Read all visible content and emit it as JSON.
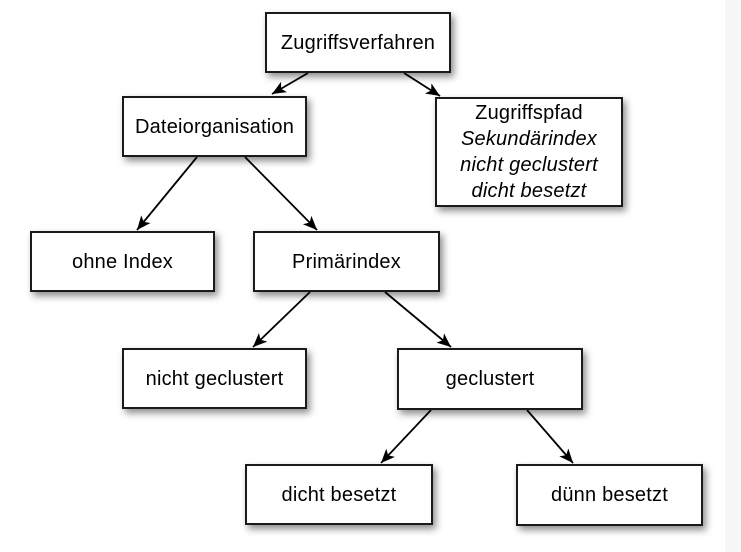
{
  "colors": {
    "background": "#ffffff",
    "box_fill": "#ffffff",
    "box_border": "#1a1a1a",
    "text": "#000000",
    "arrow": "#000000",
    "right_strip": "#f7f7f7"
  },
  "nodes": [
    {
      "id": "zugriffsverfahren",
      "label": "Zugriffsverfahren"
    },
    {
      "id": "dateiorganisation",
      "label": "Dateiorganisation"
    },
    {
      "id": "zugriffspfad",
      "lines": [
        "Zugriffspfad",
        "Sekundärindex",
        "nicht geclustert",
        "dicht besetzt"
      ]
    },
    {
      "id": "ohne-index",
      "label": "ohne Index"
    },
    {
      "id": "primaerindex",
      "label": "Primärindex"
    },
    {
      "id": "nicht-geclustert",
      "label": "nicht geclustert"
    },
    {
      "id": "geclustert",
      "label": "geclustert"
    },
    {
      "id": "dicht-besetzt",
      "label": "dicht besetzt"
    },
    {
      "id": "duenn-besetzt",
      "label": "dünn besetzt"
    }
  ],
  "edges": [
    {
      "from": "zugriffsverfahren",
      "to": "dateiorganisation"
    },
    {
      "from": "zugriffsverfahren",
      "to": "zugriffspfad"
    },
    {
      "from": "dateiorganisation",
      "to": "ohne-index"
    },
    {
      "from": "dateiorganisation",
      "to": "primaerindex"
    },
    {
      "from": "primaerindex",
      "to": "nicht-geclustert"
    },
    {
      "from": "primaerindex",
      "to": "geclustert"
    },
    {
      "from": "geclustert",
      "to": "dicht-besetzt"
    },
    {
      "from": "geclustert",
      "to": "duenn-besetzt"
    }
  ]
}
